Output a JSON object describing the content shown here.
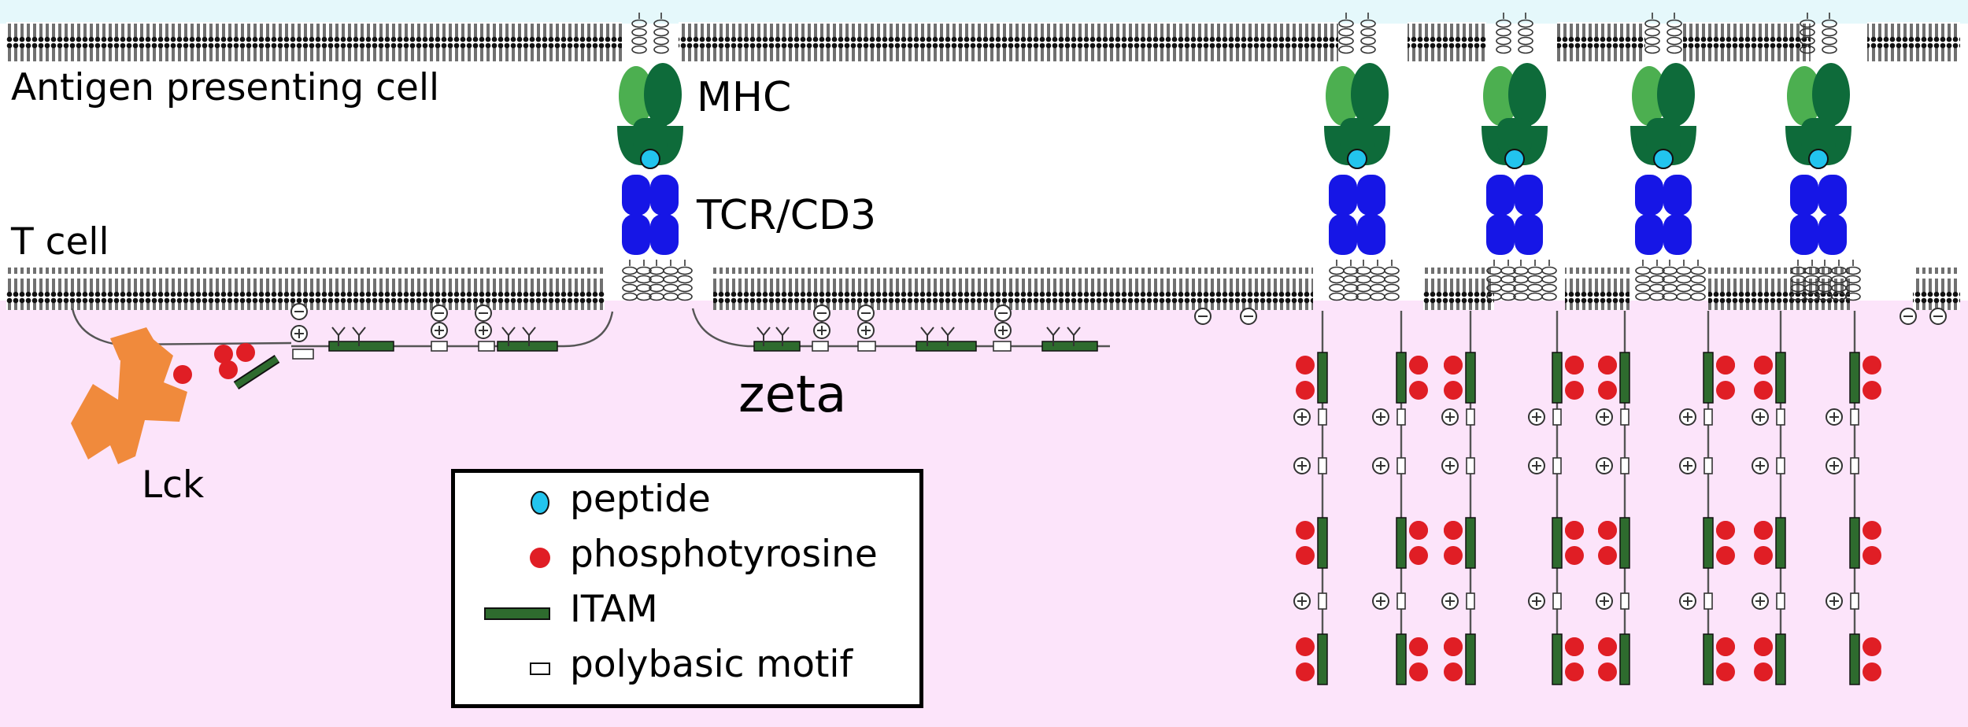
{
  "labels": {
    "apc": "Antigen presenting cell",
    "tcell": "T cell",
    "mhc": "MHC",
    "tcr": "TCR/CD3",
    "zeta": "zeta",
    "lck": "Lck"
  },
  "legend": [
    {
      "icon": "peptide-icon",
      "label": "peptide",
      "color": "#22c4ee"
    },
    {
      "icon": "phosphotyrosine-icon",
      "label": "phosphotyrosine",
      "color": "#e01e25"
    },
    {
      "icon": "itam-icon",
      "label": "ITAM",
      "color": "#2e6b2e"
    },
    {
      "icon": "polybasic-motif-icon",
      "label": "polybasic motif",
      "color": "#ffffff"
    }
  ],
  "colors": {
    "cytoplasm": "#fce4fa",
    "extracellular_top": "#e5f8fb",
    "mhc_light": "#4caf50",
    "mhc_dark": "#0e6b3a",
    "tcr": "#1616e6",
    "lck": "#f08a3c",
    "itam": "#2e6b2e",
    "phosphotyrosine": "#e01e25",
    "peptide": "#22c4ee"
  }
}
